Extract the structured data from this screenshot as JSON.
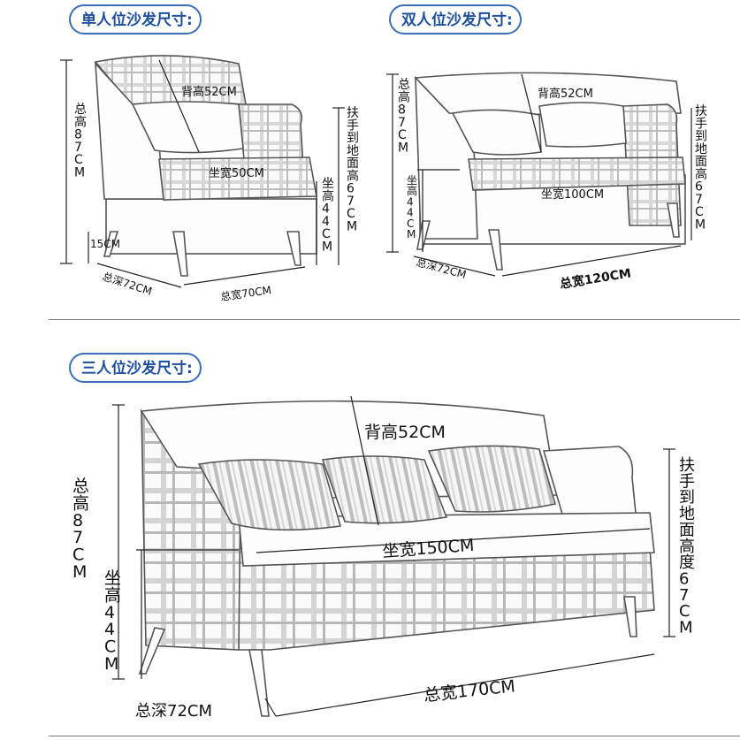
{
  "sections": {
    "single": {
      "title": "单人位沙发尺寸:",
      "dims": {
        "back_height": "背高52CM",
        "seat_width": "坐宽50CM",
        "total_height": "总高87CM",
        "leg_height": "15CM",
        "armrest_height": "扶手到地面高67CM",
        "seat_height": "坐高44CM",
        "total_depth": "总深72CM",
        "total_width": "总宽70CM"
      }
    },
    "double": {
      "title": "双人位沙发尺寸:",
      "dims": {
        "back_height": "背高52CM",
        "seat_width": "坐宽100CM",
        "total_height": "总高87CM",
        "seat_height": "坐高44CM",
        "armrest_height": "扶手到地面高67CM",
        "total_depth": "总深72CM",
        "total_width": "总宽120CM"
      }
    },
    "triple": {
      "title": "三人位沙发尺寸:",
      "dims": {
        "back_height": "背高52CM",
        "seat_width": "坐宽150CM",
        "total_height": "总高87CM",
        "seat_height": "坐高44CM",
        "armrest_height": "扶手到地面高度67CM",
        "total_depth": "总深72CM",
        "total_width": "总宽170CM"
      }
    }
  },
  "colors": {
    "badge_border": "#3a6fb7",
    "badge_text": "#1d4f9a"
  }
}
